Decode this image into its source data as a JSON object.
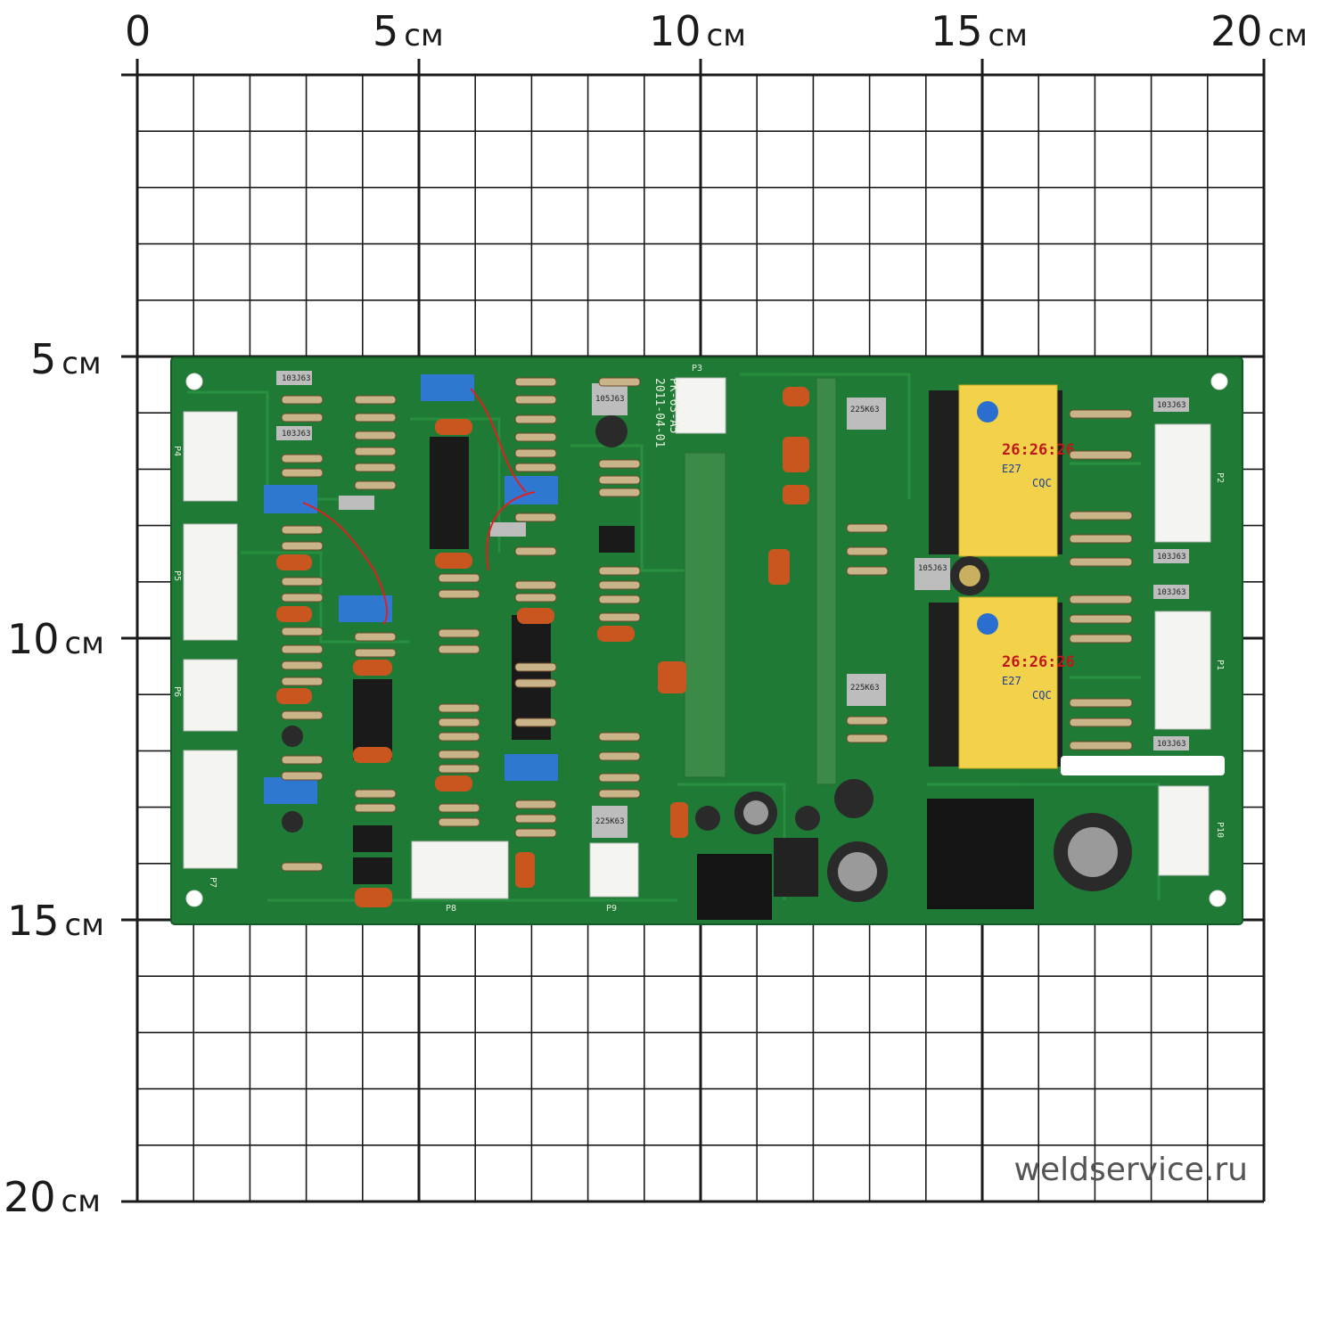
{
  "scale": {
    "unit": "см",
    "x_ticks": [
      "0",
      "5",
      "10",
      "15",
      "20"
    ],
    "y_ticks": [
      "5",
      "10",
      "15",
      "20"
    ]
  },
  "watermark": "weldservice.ru",
  "board": {
    "marking": "PK-63-A5",
    "date": "2011-04-01",
    "connectors": [
      "P1",
      "P2",
      "P3",
      "P4",
      "P5",
      "P6",
      "P7",
      "P8",
      "P9",
      "P10"
    ],
    "transformer_label": "26:26:26",
    "transformer_sub": "E27",
    "transformer_code": "CQC",
    "capacitor_marks": [
      "103J63",
      "105J63",
      "225K63"
    ]
  },
  "colors": {
    "board": "#1e7a34",
    "board_dark": "#17662b",
    "grid": "#1a1a1a",
    "transformer": "#f2d24a"
  }
}
